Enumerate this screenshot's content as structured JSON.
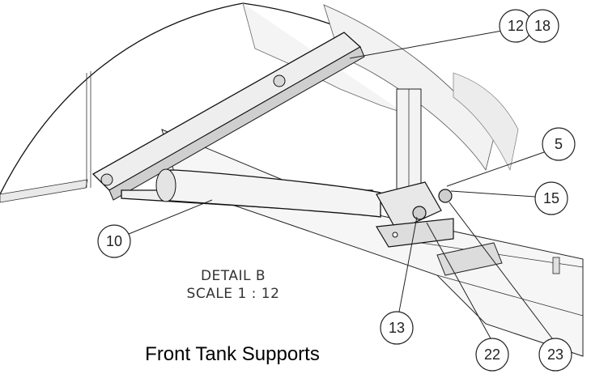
{
  "detail": {
    "title": "DETAIL B",
    "scale": "SCALE 1 : 12"
  },
  "caption": "Front Tank Supports",
  "balloons": [
    {
      "id": "balloon-12",
      "label": "12"
    },
    {
      "id": "balloon-18",
      "label": "18"
    },
    {
      "id": "balloon-5",
      "label": "5"
    },
    {
      "id": "balloon-15",
      "label": "15"
    },
    {
      "id": "balloon-10",
      "label": "10"
    },
    {
      "id": "balloon-13",
      "label": "13"
    },
    {
      "id": "balloon-22",
      "label": "22"
    },
    {
      "id": "balloon-23",
      "label": "23"
    }
  ]
}
